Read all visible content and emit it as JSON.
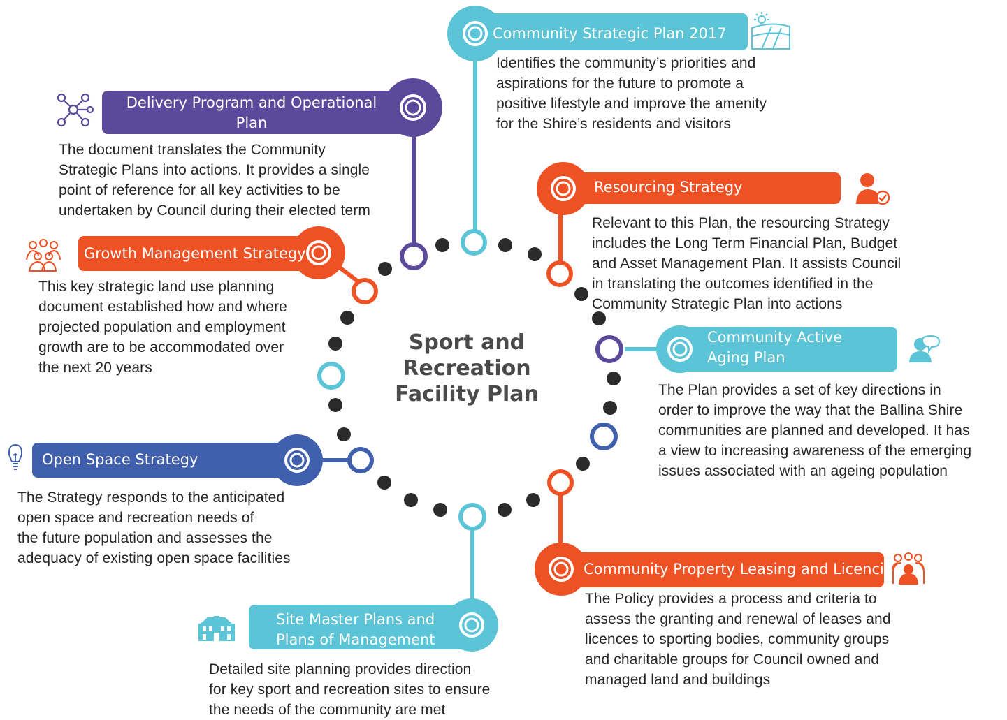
{
  "title": [
    "Sport and",
    "Recreation",
    "Facility Plan"
  ],
  "colors": {
    "teal": "#5BC4D6",
    "purple": "#5B4A9B",
    "orange": "#EE5124",
    "blue": "#4060AE",
    "dot": "#2b2b2b"
  },
  "plans": [
    {
      "id": "community-strategic-plan",
      "color": "teal",
      "icon": "landscape-sun-icon",
      "label": [
        "Community Strategic Plan 2017"
      ],
      "description": [
        "Identifies the community’s priorities and",
        "aspirations for the future to promote a",
        "positive lifestyle and improve the amenity",
        "for the Shire’s residents and visitors"
      ]
    },
    {
      "id": "delivery-program",
      "color": "purple",
      "icon": "network-icon",
      "label": [
        "Delivery Program and Operational",
        "Plan"
      ],
      "description": [
        "The document translates the Community",
        "Strategic Plans into actions. It provides a single",
        "point of reference for all key activities to be",
        "undertaken by Council during their elected term"
      ]
    },
    {
      "id": "resourcing-strategy",
      "color": "orange",
      "icon": "user-check-icon",
      "label": [
        "Resourcing Strategy"
      ],
      "description": [
        "Relevant to this Plan, the resourcing Strategy",
        "includes the Long Term Financial Plan, Budget",
        "and Asset Management Plan. It assists Council",
        "in translating the outcomes identified in the",
        "Community Strategic Plan into actions"
      ]
    },
    {
      "id": "growth-management",
      "color": "orange",
      "icon": "people-group-icon",
      "label": [
        "Growth Management Strategy"
      ],
      "description": [
        "This key strategic land use planning",
        "document established how and where",
        "projected population and employment",
        "growth are to be accommodated over",
        "the next 20 years"
      ]
    },
    {
      "id": "active-aging",
      "color": "teal",
      "icon": "person-speech-icon",
      "label": [
        "Community Active",
        "Aging Plan"
      ],
      "description": [
        "The Plan provides a set of key directions in",
        "order to improve the way that the Ballina Shire",
        "communities are planned and developed. It has",
        "a view to increasing awareness of the emerging",
        "issues associated with an ageing population"
      ]
    },
    {
      "id": "open-space",
      "color": "blue",
      "icon": "lightbulb-icon",
      "label": [
        "Open Space Strategy"
      ],
      "description": [
        "The Strategy responds to the anticipated",
        "open space and recreation needs of",
        "the future population and assesses the",
        "adequacy of existing open space facilities"
      ]
    },
    {
      "id": "property-leasing",
      "color": "orange",
      "icon": "community-people-icon",
      "label": [
        "Community Property Leasing and Licencing"
      ],
      "description": [
        "The Policy provides a process and criteria to",
        "assess the granting and renewal of leases and",
        "licences to sporting bodies, community groups",
        "and charitable groups for Council owned and",
        "managed land and buildings"
      ]
    },
    {
      "id": "site-master-plans",
      "color": "teal",
      "icon": "building-icon",
      "label": [
        "Site Master Plans and",
        "Plans of Management"
      ],
      "description": [
        "Detailed site planning provides direction",
        "for key sport and recreation sites to ensure",
        "the needs of the community are met"
      ]
    }
  ]
}
